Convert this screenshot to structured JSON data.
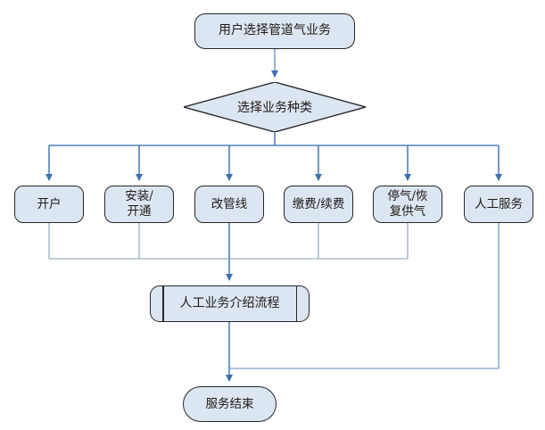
{
  "colors": {
    "node_fill": "#dce6f2",
    "node_border": "#262626",
    "flow_line": "#4f81bd",
    "flow_line_light": "#95b3d7",
    "collector_line": "#8a9cb8",
    "route_line": "#5b87be",
    "arrowhead": "#3d6fae"
  },
  "nodes": {
    "start": {
      "label": "用户选择管道气业务",
      "shape": "rounded-rectangle"
    },
    "decision": {
      "label": "选择业务种类",
      "shape": "diamond"
    },
    "options": [
      {
        "label": "开户"
      },
      {
        "label": "安装/\n开通"
      },
      {
        "label": "改管线"
      },
      {
        "label": "缴费/续费"
      },
      {
        "label": "停气/恢\n复供气"
      },
      {
        "label": "人工服务"
      }
    ],
    "process": {
      "label": "人工业务介绍流程",
      "shape": "predefined-process"
    },
    "end": {
      "label": "服务结束",
      "shape": "terminator"
    }
  }
}
